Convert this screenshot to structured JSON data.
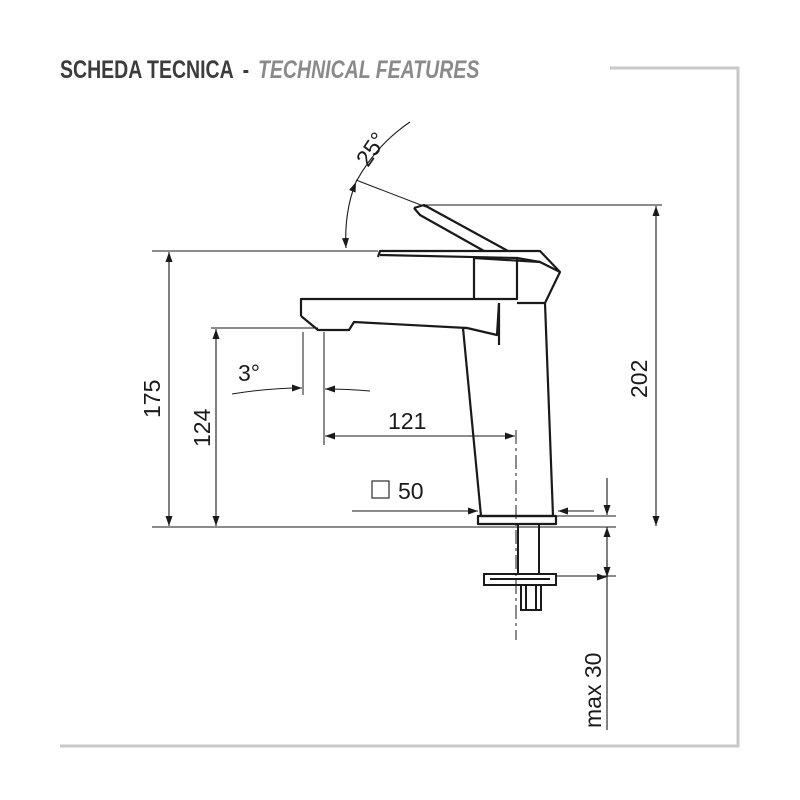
{
  "header": {
    "title_it": "SCHEDA TECNICA",
    "separator": "-",
    "title_en": "TECHNICAL FEATURES"
  },
  "dimensions": {
    "lever_angle": "25°",
    "spout_angle": "3°",
    "height_total": "202",
    "height_top": "175",
    "height_spout": "124",
    "reach": "121",
    "base_square": "50",
    "counter_thickness": "max 30"
  },
  "colors": {
    "line": "#1a1a1a",
    "frame": "#c9c9c9",
    "header_main": "#3c3c3c",
    "header_sub": "#8a8a8a"
  }
}
